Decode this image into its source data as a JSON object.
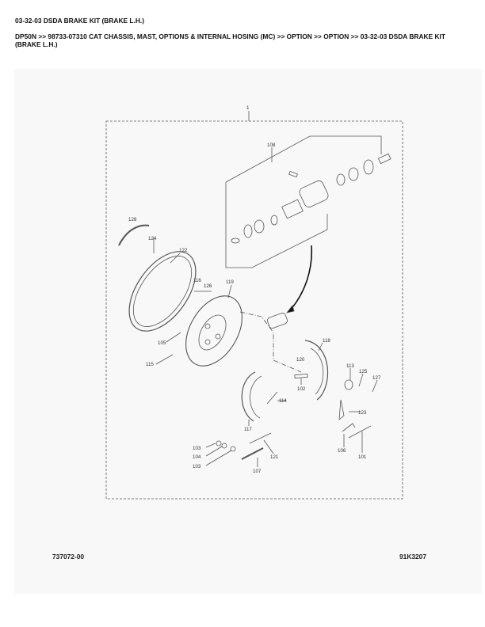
{
  "header": {
    "title": "03-32-03 DSDA BRAKE KIT (BRAKE L.H.)",
    "breadcrumb": "DP50N >> 98733-07310 CAT CHASSIS, MAST, OPTIONS & INTERNAL HOSING (MC) >> OPTION >> OPTION >> 03-32-03 DSDA BRAKE KIT (BRAKE L.H.)"
  },
  "diagram": {
    "callouts": [
      "1",
      "108",
      "128",
      "124",
      "122",
      "116",
      "126",
      "119",
      "105",
      "115",
      "118",
      "120",
      "113",
      "125",
      "127",
      "102",
      "114",
      "123",
      "117",
      "106",
      "101",
      "103",
      "104",
      "103",
      "121",
      "107"
    ]
  },
  "footer": {
    "drawing_number": "737072-00",
    "page_code": "91K3207"
  }
}
